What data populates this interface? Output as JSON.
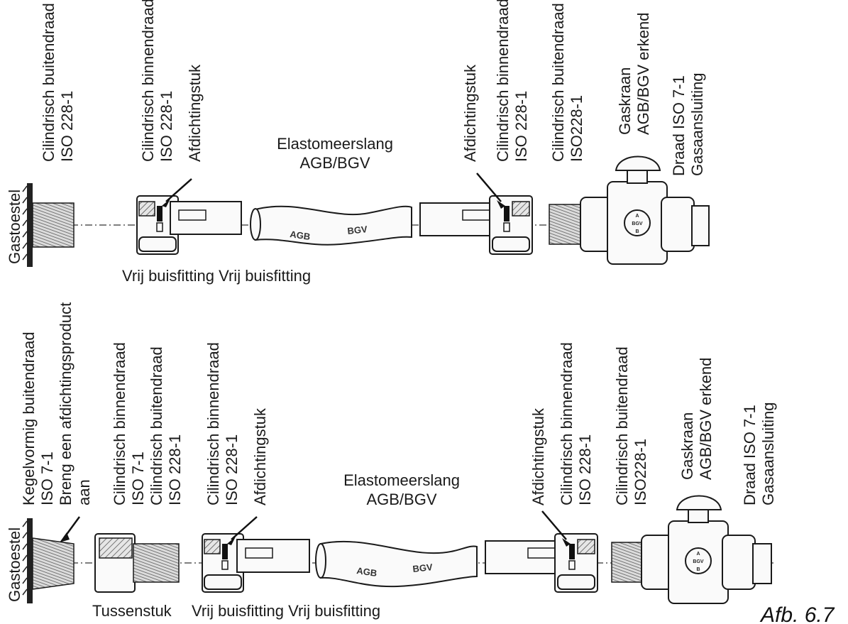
{
  "upper": {
    "gastoestel": "Gastoestel",
    "male_thread": [
      "Cilindrisch buitendraad",
      "ISO 228-1"
    ],
    "female_thread": [
      "Cilindrisch binnendraad",
      "ISO 228-1"
    ],
    "seal": "Afdichtingstuk",
    "hose": [
      "Elastomeerslang",
      "AGB/BGV"
    ],
    "hose_marks": [
      "AGB",
      "BGV"
    ],
    "seal_right": "Afdichtingstuk",
    "female_thread_right": [
      "Cilindrisch binnendraad",
      "ISO 228-1"
    ],
    "male_thread_right": [
      "Cilindrisch buitendraad",
      "ISO228-1"
    ],
    "valve": [
      "Gaskraan",
      "AGB/BGV erkend"
    ],
    "connection": [
      "Draad ISO 7-1",
      "Gasaansluiting"
    ],
    "fitting_caption": "Vrij buisfitting Vrij buisfitting",
    "valve_marks": [
      "A",
      "BGV",
      "B"
    ]
  },
  "lower": {
    "gastoestel": "Gastoestel",
    "tapered": [
      "Kegelvormig buitendraad",
      "ISO 7-1"
    ],
    "sealant": [
      "Breng een afdichtingsproduct",
      "aan"
    ],
    "adapter_threads": [
      "Cilindrisch binnendraad",
      "ISO 7-1",
      "Cilindrisch buitendraad",
      "ISO 228-1"
    ],
    "female_thread": [
      "Cilindrisch binnendraad",
      "ISO 228-1"
    ],
    "seal": "Afdichtingstuk",
    "hose": [
      "Elastomeerslang",
      "AGB/BGV"
    ],
    "hose_marks": [
      "AGB",
      "BGV"
    ],
    "seal_right": "Afdichtingstuk",
    "female_thread_right": [
      "Cilindrisch binnendraad",
      "ISO 228-1"
    ],
    "male_thread_right": [
      "Cilindrisch buitendraad",
      "ISO228-1"
    ],
    "valve": [
      "Gaskraan",
      "AGB/BGV erkend"
    ],
    "connection": [
      "Draad ISO 7-1",
      "Gasaansluiting"
    ],
    "adapter_caption": "Tussenstuk",
    "fitting_caption": "Vrij buisfitting Vrij buisfitting",
    "valve_marks": [
      "A",
      "BGV",
      "B"
    ]
  },
  "figure_label": "Afb. 6.7"
}
